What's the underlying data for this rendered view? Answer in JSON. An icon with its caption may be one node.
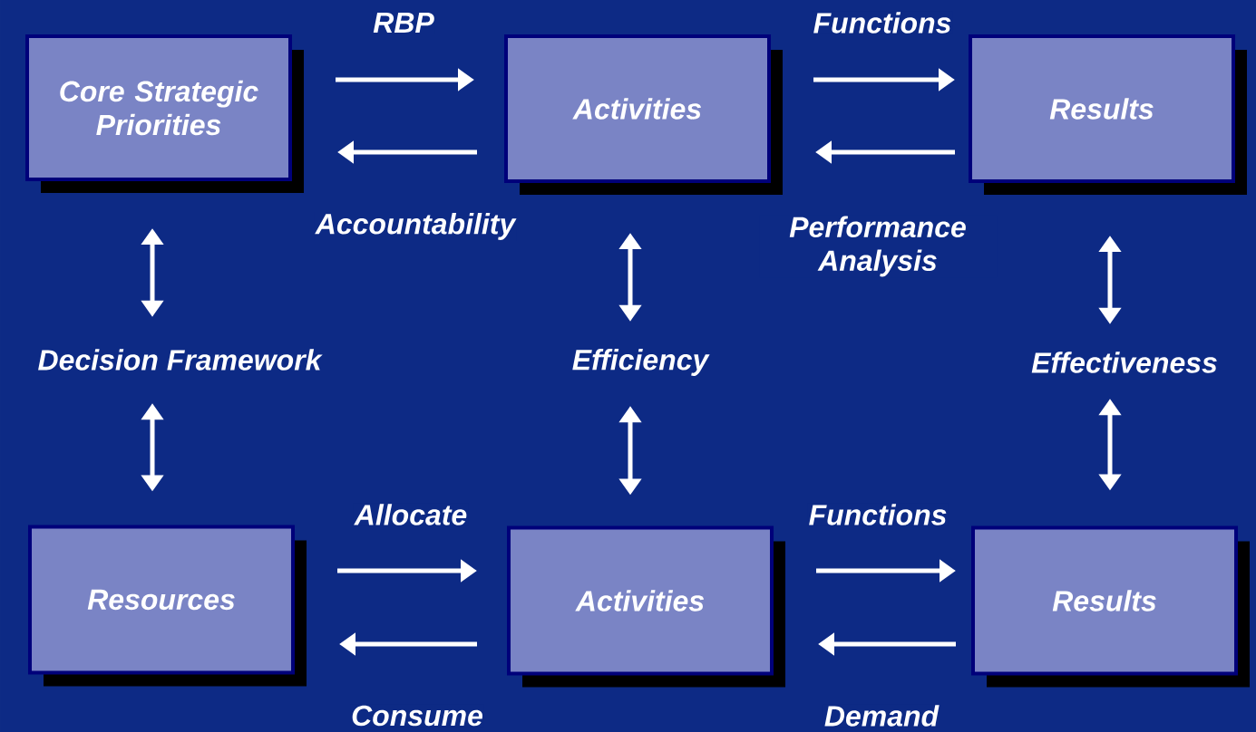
{
  "diagram": {
    "nodes": [
      {
        "text": [
          "Core Strategic Priorities"
        ]
      },
      {
        "text": [
          "Activities"
        ]
      },
      {
        "text": [
          "Results"
        ]
      },
      {
        "text": [
          "Decision Framework"
        ]
      },
      {
        "text": [
          "Efficiency"
        ]
      },
      {
        "text": [
          "Effectiveness"
        ]
      },
      {
        "text": [
          "Resources"
        ]
      },
      {
        "text": [
          "Activities"
        ]
      },
      {
        "text": [
          "Results"
        ]
      }
    ],
    "edges": [
      {
        "from": 0,
        "to": 1,
        "arrow": "to",
        "label": "RBP"
      },
      {
        "from": 1,
        "to": 0,
        "arrow": "to",
        "label": "Accountability"
      },
      {
        "from": 1,
        "to": 2,
        "arrow": "to",
        "label": "Functions"
      },
      {
        "from": 2,
        "to": 1,
        "arrow": "to",
        "label": "Performance Analysis"
      },
      {
        "from": 0,
        "to": 3,
        "arrow": "both"
      },
      {
        "from": 3,
        "to": 6,
        "arrow": "both"
      },
      {
        "from": 1,
        "to": 4,
        "arrow": "both"
      },
      {
        "from": 4,
        "to": 7,
        "arrow": "both"
      },
      {
        "from": 2,
        "to": 5,
        "arrow": "both"
      },
      {
        "from": 5,
        "to": 8,
        "arrow": "both"
      },
      {
        "from": 6,
        "to": 7,
        "arrow": "to",
        "label": "Allocate"
      },
      {
        "from": 7,
        "to": 6,
        "arrow": "to",
        "label": "Consume"
      },
      {
        "from": 7,
        "to": 8,
        "arrow": "to",
        "label": "Functions"
      },
      {
        "from": 8,
        "to": 7,
        "arrow": "to",
        "label": "Demand"
      }
    ]
  }
}
